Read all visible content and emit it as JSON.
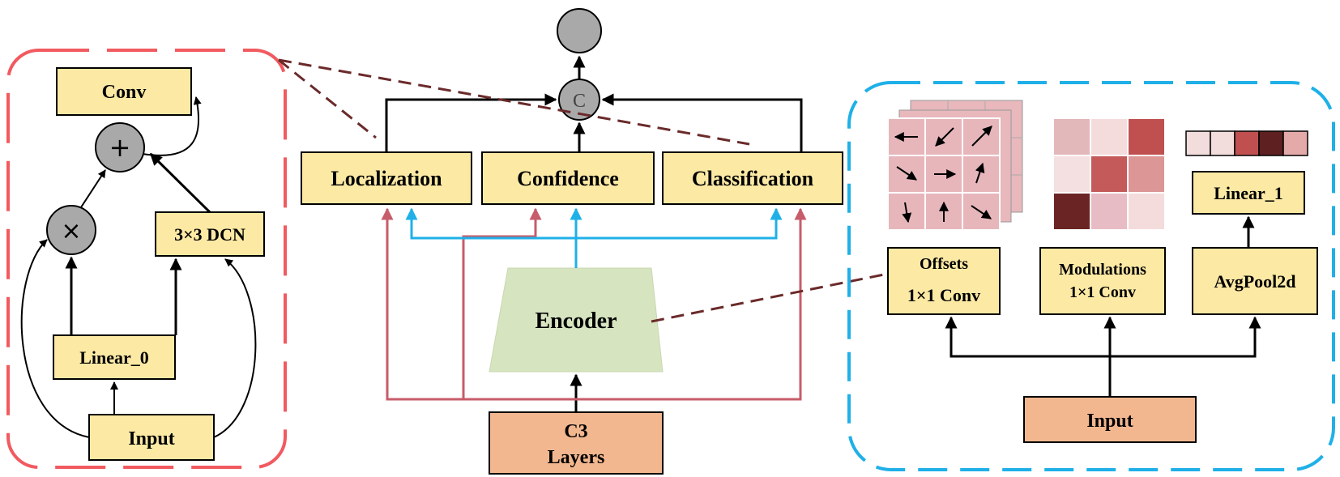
{
  "left_module": {
    "conv": "Conv",
    "plus": "+",
    "times": "×",
    "dcn": "3×3 DCN",
    "linear0": "Linear_0",
    "input": "Input"
  },
  "center": {
    "localization": "Localization",
    "confidence": "Confidence",
    "classification": "Classification",
    "concat": "C",
    "encoder": "Encoder",
    "c3_line1": "C3",
    "c3_line2": "Layers"
  },
  "right_module": {
    "offsets_line1": "Offsets",
    "offsets_line2": "1×1 Conv",
    "modulations_line1": "Modulations",
    "modulations_line2": "1×1 Conv",
    "avgpool": "AvgPool2d",
    "linear1": "Linear_1",
    "input": "Input"
  },
  "colors": {
    "box_fill": "#fce9a4",
    "orange_fill": "#f2b78f",
    "encoder_fill": "#d6e4c0",
    "red_dashed": "#f15a5f",
    "blue_dashed": "#1fb0e8",
    "red_arrow": "#c75c6a",
    "blue_arrow": "#1fb0e8",
    "node_gray": "#a9a9a9",
    "connector_brown": "#6b2a2a"
  }
}
